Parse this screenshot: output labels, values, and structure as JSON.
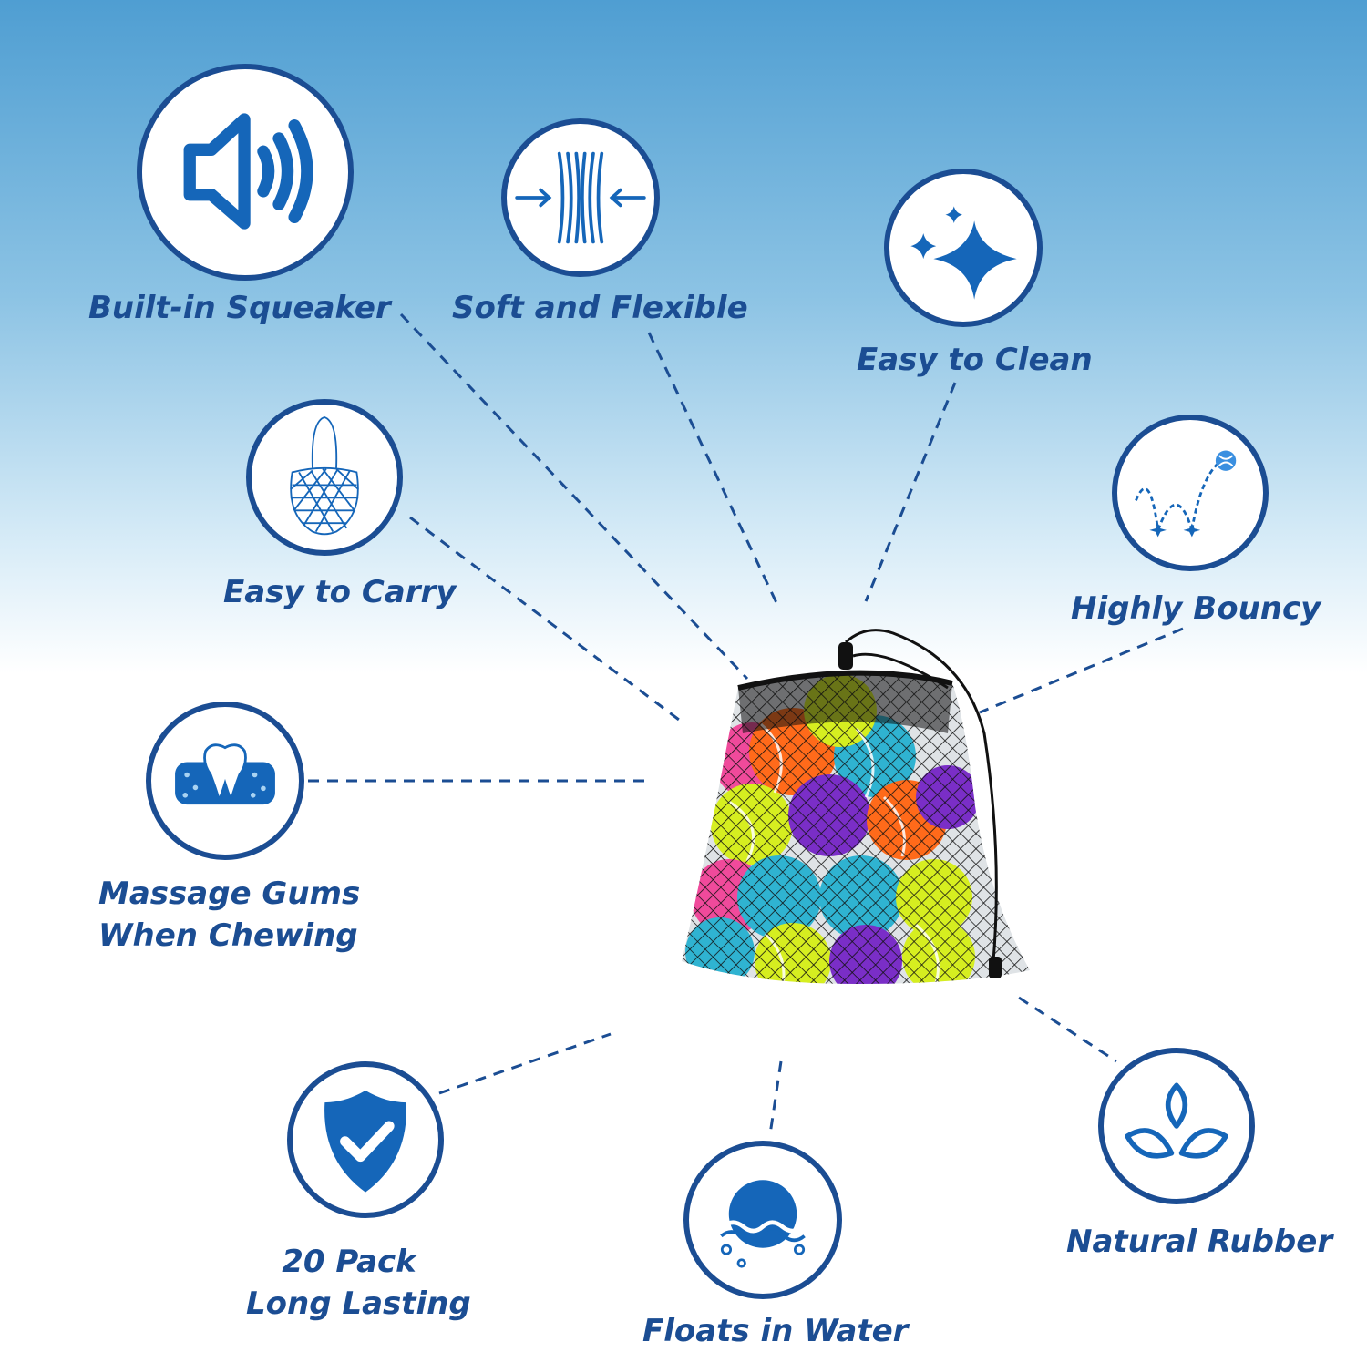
{
  "colors": {
    "brand": "#1b4d93",
    "icon": "#1566b9",
    "gradient_top": "#4f9ed2"
  },
  "features": [
    {
      "id": "squeaker",
      "icon": "speaker-icon",
      "lines": [
        "Built-in Squeaker"
      ]
    },
    {
      "id": "flexible",
      "icon": "compress-icon",
      "lines": [
        "Soft and Flexible"
      ]
    },
    {
      "id": "clean",
      "icon": "sparkle-icon",
      "lines": [
        "Easy to Clean"
      ]
    },
    {
      "id": "carry",
      "icon": "mesh-bag-icon",
      "lines": [
        "Easy to Carry"
      ]
    },
    {
      "id": "bouncy",
      "icon": "bouncing-ball-icon",
      "lines": [
        "Highly Bouncy"
      ]
    },
    {
      "id": "gums",
      "icon": "tooth-icon",
      "lines": [
        "Massage Gums",
        "When Chewing"
      ]
    },
    {
      "id": "pack",
      "icon": "shield-check-icon",
      "lines": [
        "20 Pack",
        "Long Lasting"
      ]
    },
    {
      "id": "floats",
      "icon": "water-ball-icon",
      "lines": [
        "Floats in Water"
      ]
    },
    {
      "id": "rubber",
      "icon": "leaves-icon",
      "lines": [
        "Natural Rubber"
      ]
    }
  ],
  "product": {
    "image": "mesh-bag-with-tennis-balls"
  }
}
